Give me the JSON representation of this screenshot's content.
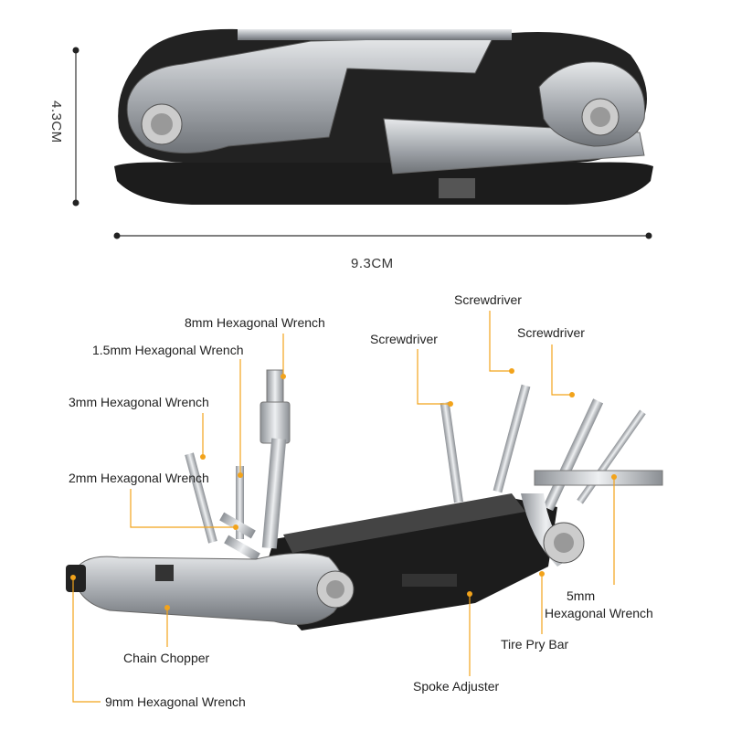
{
  "dimensions": {
    "height": "4.3CM",
    "width": "9.3CM"
  },
  "callouts": {
    "hex8": "8mm Hexagonal Wrench",
    "hex15": "1.5mm Hexagonal Wrench",
    "hex3": "3mm Hexagonal Wrench",
    "hex2": "2mm Hexagonal Wrench",
    "screw1": "Screwdriver",
    "screw2": "Screwdriver",
    "screw3": "Screwdriver",
    "hex5_line1": "5mm",
    "hex5_line2": "Hexagonal Wrench",
    "tire_pry": "Tire Pry Bar",
    "spoke": "Spoke Adjuster",
    "chain": "Chain Chopper",
    "hex9": "9mm Hexagonal Wrench"
  },
  "colors": {
    "leader": "#f2a31b",
    "dim_line": "#333333",
    "steel": "#b9bcc0",
    "body": "#1e1e1e"
  }
}
